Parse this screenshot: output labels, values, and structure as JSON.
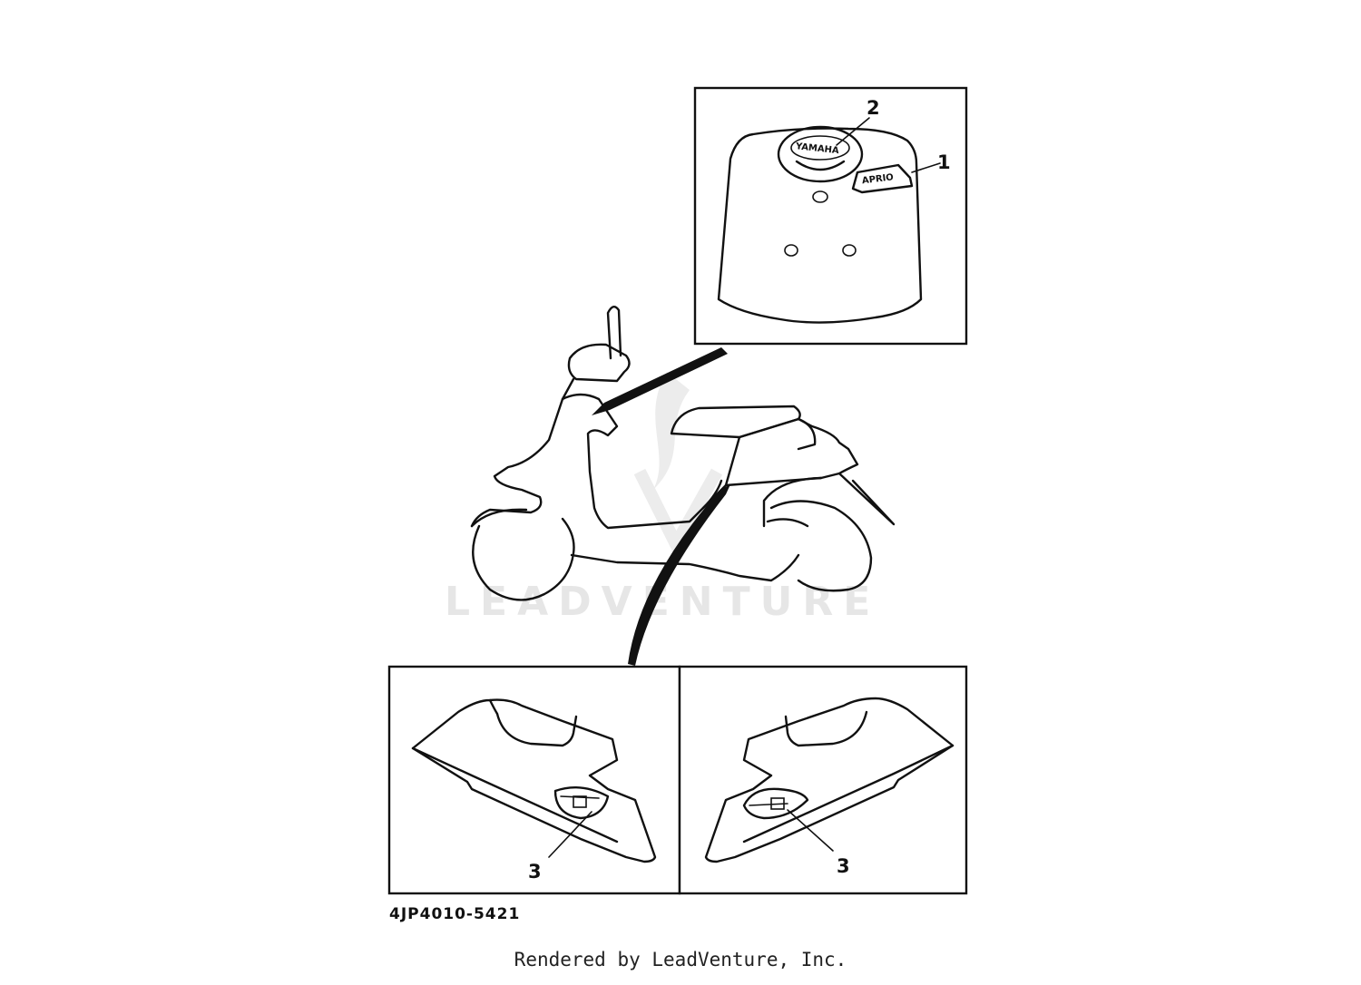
{
  "callouts": [
    {
      "id": "1",
      "label": "1"
    },
    {
      "id": "2",
      "label": "2"
    },
    {
      "id": "3a",
      "label": "3"
    },
    {
      "id": "3b",
      "label": "3"
    }
  ],
  "emblems": {
    "yamaha": "YAMAHA",
    "model": "APRIO"
  },
  "part_number": "4JP4010-5421",
  "watermark": "LEADVENTURE",
  "footer": "Rendered by LeadVenture, Inc."
}
